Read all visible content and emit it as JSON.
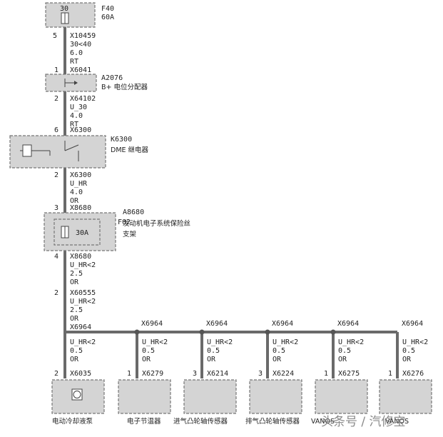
{
  "fuse_f40": {
    "pin_top": "30",
    "name": "F40",
    "rating": "60A"
  },
  "wire_1": {
    "pin_top": "5",
    "connector": "X10459",
    "signal": "30<40",
    "size": "6.0",
    "color": "RT",
    "pin_bottom": "1",
    "connector_bottom": "X6041"
  },
  "a2076": {
    "name": "A2076",
    "desc": "B+ 电位分配器"
  },
  "wire_2": {
    "pin_top": "2",
    "connector": "X64102",
    "signal": "U_30",
    "size": "4.0",
    "color": "RT",
    "pin_bottom": "6",
    "connector_bottom": "X6300"
  },
  "k6300": {
    "name": "K6300",
    "desc": "DME 继电器"
  },
  "wire_3": {
    "pin_top": "2",
    "connector": "X6300",
    "signal": "U_HR",
    "size": "4.0",
    "color": "OR",
    "pin_bottom": "3",
    "connector_bottom": "X8680"
  },
  "a8680": {
    "name": "A8680",
    "desc_line1": "发动机电子系统保险丝",
    "desc_line2": "支架",
    "fuse_name": "F02",
    "fuse_rating": "30A"
  },
  "wire_4": {
    "pin_top": "4",
    "connector": "X8680",
    "signal": "U_HR<2",
    "size": "2.5",
    "color": "OR"
  },
  "wire_5": {
    "pin_top": "2",
    "connector": "X60555",
    "signal": "U_HR<2",
    "size": "2.5",
    "color": "OR",
    "splice": "X6964"
  },
  "branches": [
    {
      "splice": "",
      "signal": "U_HR<2",
      "size": "0.5",
      "color": "OR",
      "pin": "2",
      "connector": "X6035",
      "label": "电动冷却液泵"
    },
    {
      "splice": "X6964",
      "signal": "U_HR<2",
      "size": "0.5",
      "color": "OR",
      "pin": "1",
      "connector": "X6279",
      "label": "电子节温器"
    },
    {
      "splice": "X6964",
      "signal": "U_HR<2",
      "size": "0.5",
      "color": "OR",
      "pin": "3",
      "connector": "X6214",
      "label": "进气凸轮轴传感器"
    },
    {
      "splice": "X6964",
      "signal": "U_HR<2",
      "size": "0.5",
      "color": "OR",
      "pin": "3",
      "connector": "X6224",
      "label": "排气凸轮轴传感器"
    },
    {
      "splice": "X6964",
      "signal": "U_HR<2",
      "size": "0.5",
      "color": "OR",
      "pin": "1",
      "connector": "X6275",
      "label": "VANOS"
    },
    {
      "splice": "X6964",
      "signal": "U_HR<2",
      "size": "0.5",
      "color": "OR",
      "pin": "1",
      "connector": "X6276",
      "label": "VANOS"
    }
  ],
  "watermark": "头条号 / 汽修宝"
}
